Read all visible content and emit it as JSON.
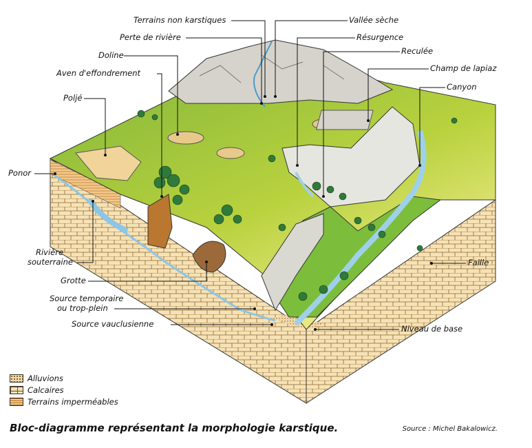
{
  "labels": {
    "terrains_non_karstiques": "Terrains non karstiques",
    "vallee_seche": "Vallée sèche",
    "perte_de_riviere": "Perte de rivière",
    "resurgence": "Résurgence",
    "doline": "Doline",
    "reculee": "Reculée",
    "aven": "Aven d'effondrement",
    "champ_lapiaz": "Champ de lapiaz",
    "canyon": "Canyon",
    "polje": "Poljé",
    "ponor": "Ponor",
    "riviere_souterraine_1": "Rivière",
    "riviere_souterraine_2": "souterraine",
    "faille": "Faille",
    "grotte": "Grotte",
    "source_temporaire_1": "Source temporaire",
    "source_temporaire_2": "ou trop-plein",
    "source_vauclusienne": "Source vauclusienne",
    "niveau_de_base": "Niveau de base"
  },
  "legend": {
    "alluvions": "Alluvions",
    "calcaires": "Calcaires",
    "impermeables": "Terrains imperméables"
  },
  "caption": "Bloc-diagramme représentant la morphologie karstique.",
  "source": "Source : Michel Bakalowicz.",
  "colors": {
    "plateau_top": "#a9c93a",
    "plateau_light": "#f0ea8a",
    "limestone": "#f7e2b6",
    "limestone_line": "#7a5a2a",
    "impermeable": "#f3c98a",
    "water": "#9fd0ea",
    "vegetation": "#2f7a3a",
    "rock": "#cfcfc8"
  }
}
